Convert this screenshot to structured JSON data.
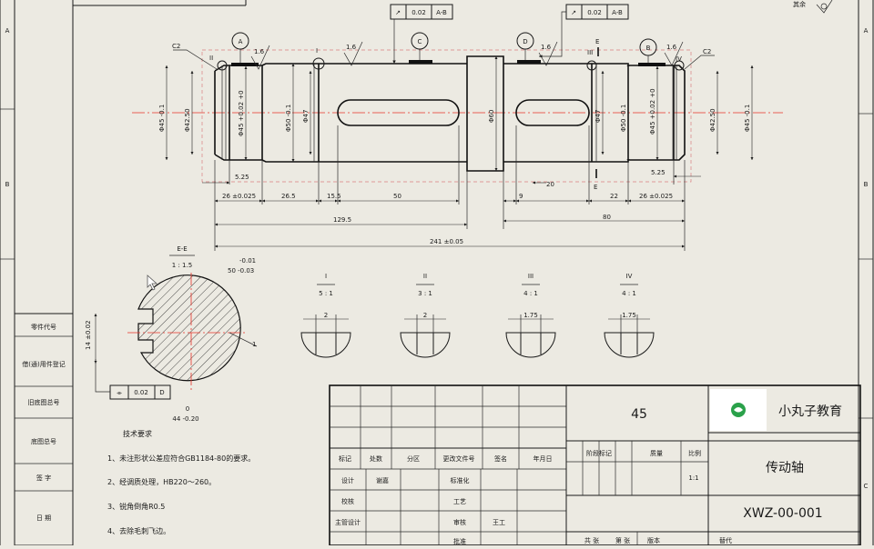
{
  "drawing": {
    "zones_left": [
      "A",
      "B"
    ],
    "zones_right": [
      "A",
      "B",
      "C"
    ],
    "side_labels": [
      "零件代号",
      "借(通)用件登记",
      "旧底图总号",
      "底图总号",
      "签  字",
      "日  期"
    ],
    "roughness_note": "其余",
    "datums": [
      "A",
      "B",
      "C",
      "D"
    ],
    "geo_tol_1": {
      "symbol": "↗",
      "value": "0.02",
      "ref": "A-B"
    },
    "geo_tol_2": {
      "symbol": "↗",
      "value": "0.02",
      "ref": "A-B"
    },
    "roughness": [
      "1.6",
      "1.6",
      "1.6",
      "1.6"
    ],
    "chamfers": [
      "C2",
      "C2"
    ],
    "detail_marks": [
      "I",
      "II",
      "III",
      "IV"
    ],
    "section_marks": [
      "E",
      "E"
    ],
    "dia_left": [
      "Φ45 -0.1",
      "Φ42.50",
      "Φ45 +0.02 +0",
      "Φ50 -0.1",
      "Φ47",
      "Φ60"
    ],
    "dia_right": [
      "Φ47",
      "Φ50 -0.1",
      "Φ45 +0.02 +0",
      "Φ42.50",
      "Φ45 -0.1"
    ],
    "dims": {
      "d525a": "5.25",
      "d26a": "26 ±0.025",
      "d265": "26.5",
      "d155": "15.5",
      "d50": "50",
      "d9": "9",
      "d20": "20",
      "d22": "22",
      "d26b": "26 ±0.025",
      "d525b": "5.25",
      "d1295": "129.5",
      "d80": "80",
      "d241": "241 ±0.05"
    },
    "section_view": {
      "title": "E-E",
      "scale": "1 : 1.5",
      "tol_top": "-0.01",
      "tol_bot": "50 -0.03",
      "left_dim": "14 ±0.02",
      "bottom_dim_0": "0",
      "bottom_dim": "44 -0.20",
      "flat_tol": {
        "symbol": "⌯",
        "value": "0.02",
        "ref": "D"
      },
      "rough": "1"
    },
    "details": [
      {
        "label": "I",
        "scale": "5 : 1",
        "dim": "2"
      },
      {
        "label": "II",
        "scale": "3 : 1",
        "dim": "2"
      },
      {
        "label": "III",
        "scale": "4 : 1",
        "dim": "1.75"
      },
      {
        "label": "IV",
        "scale": "4 : 1",
        "dim": "1.75"
      }
    ],
    "notes": {
      "heading": "技术要求",
      "items": [
        "1、未注形状公差应符合GB1184-80的要求。",
        "2、经调质处理，HB220～260。",
        "3、锐角倒角R0.5",
        "4、去除毛刺飞边。"
      ]
    }
  },
  "title_block": {
    "material": "45",
    "company": "小丸子教育",
    "part_name": "传动轴",
    "drawing_no": "XWZ-00-001",
    "scale_label": "比例",
    "scale_value": "1:1",
    "weight_label": "质量",
    "stage_label": "阶段标记",
    "rev_headers": [
      "标记",
      "处数",
      "分区",
      "更改文件号",
      "签名",
      "年月日"
    ],
    "signoff_left": [
      {
        "role": "设计",
        "name": "谢嘉"
      },
      {
        "role": "校核",
        "name": ""
      },
      {
        "role": "主管设计",
        "name": ""
      }
    ],
    "signoff_right": [
      {
        "role": "标准化",
        "name": ""
      },
      {
        "role": "工艺",
        "name": ""
      },
      {
        "role": "审核",
        "name": "王工"
      },
      {
        "role": "批准",
        "name": ""
      }
    ],
    "bottom_row": [
      "共 张",
      "第 张",
      "版本",
      "替代"
    ]
  }
}
